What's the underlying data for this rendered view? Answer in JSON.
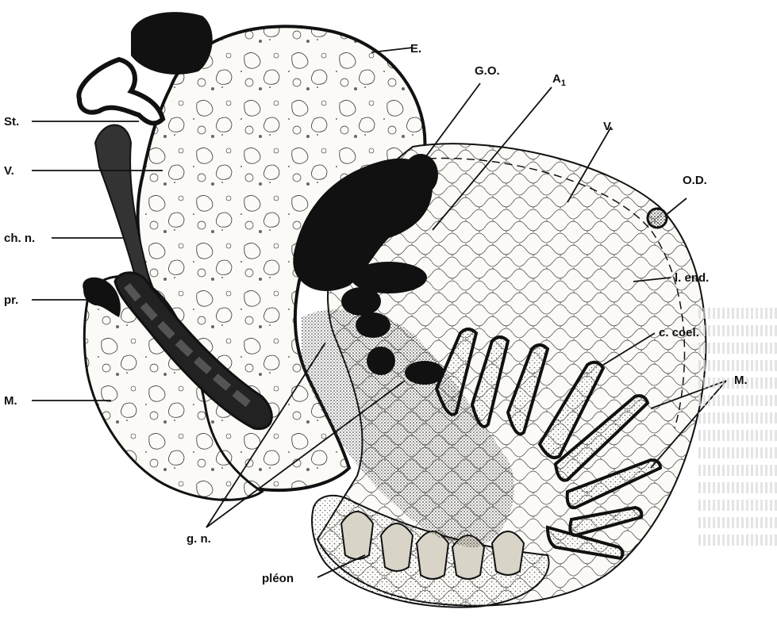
{
  "figure": {
    "labels": {
      "E": "E.",
      "GO": "G.O.",
      "A1_main": "A",
      "A1_sub": "1",
      "V_right": "V.",
      "OD": "O.D.",
      "lend": "l. end.",
      "ccoel": "c. coel.",
      "M_right": "M.",
      "St": "St.",
      "V_left": "V.",
      "chn": "ch. n.",
      "pr": "pr.",
      "M_left": "M.",
      "gn": "g. n.",
      "pleon": "pléon"
    }
  },
  "colors": {
    "ink": "#111111",
    "yolk": "#f4f2ec",
    "stipple": "#555555"
  }
}
